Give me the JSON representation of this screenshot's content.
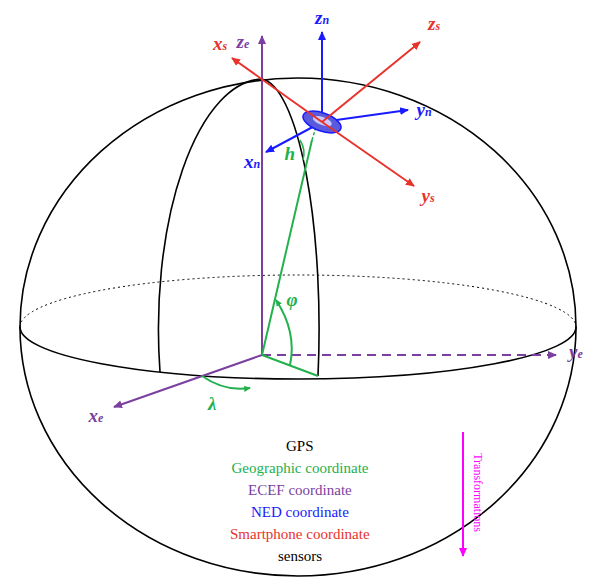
{
  "diagram": {
    "labels": [
      "ze",
      "zn",
      "zs",
      "xs",
      "xn",
      "yn",
      "h",
      "ys",
      "φ",
      "ye",
      "λ",
      "xe",
      "GPS",
      "Geographic coordinate",
      "ECEF coordinate",
      "NED coordinate",
      "Smartphone coordinate",
      "sensors",
      "Transformations"
    ]
  }
}
